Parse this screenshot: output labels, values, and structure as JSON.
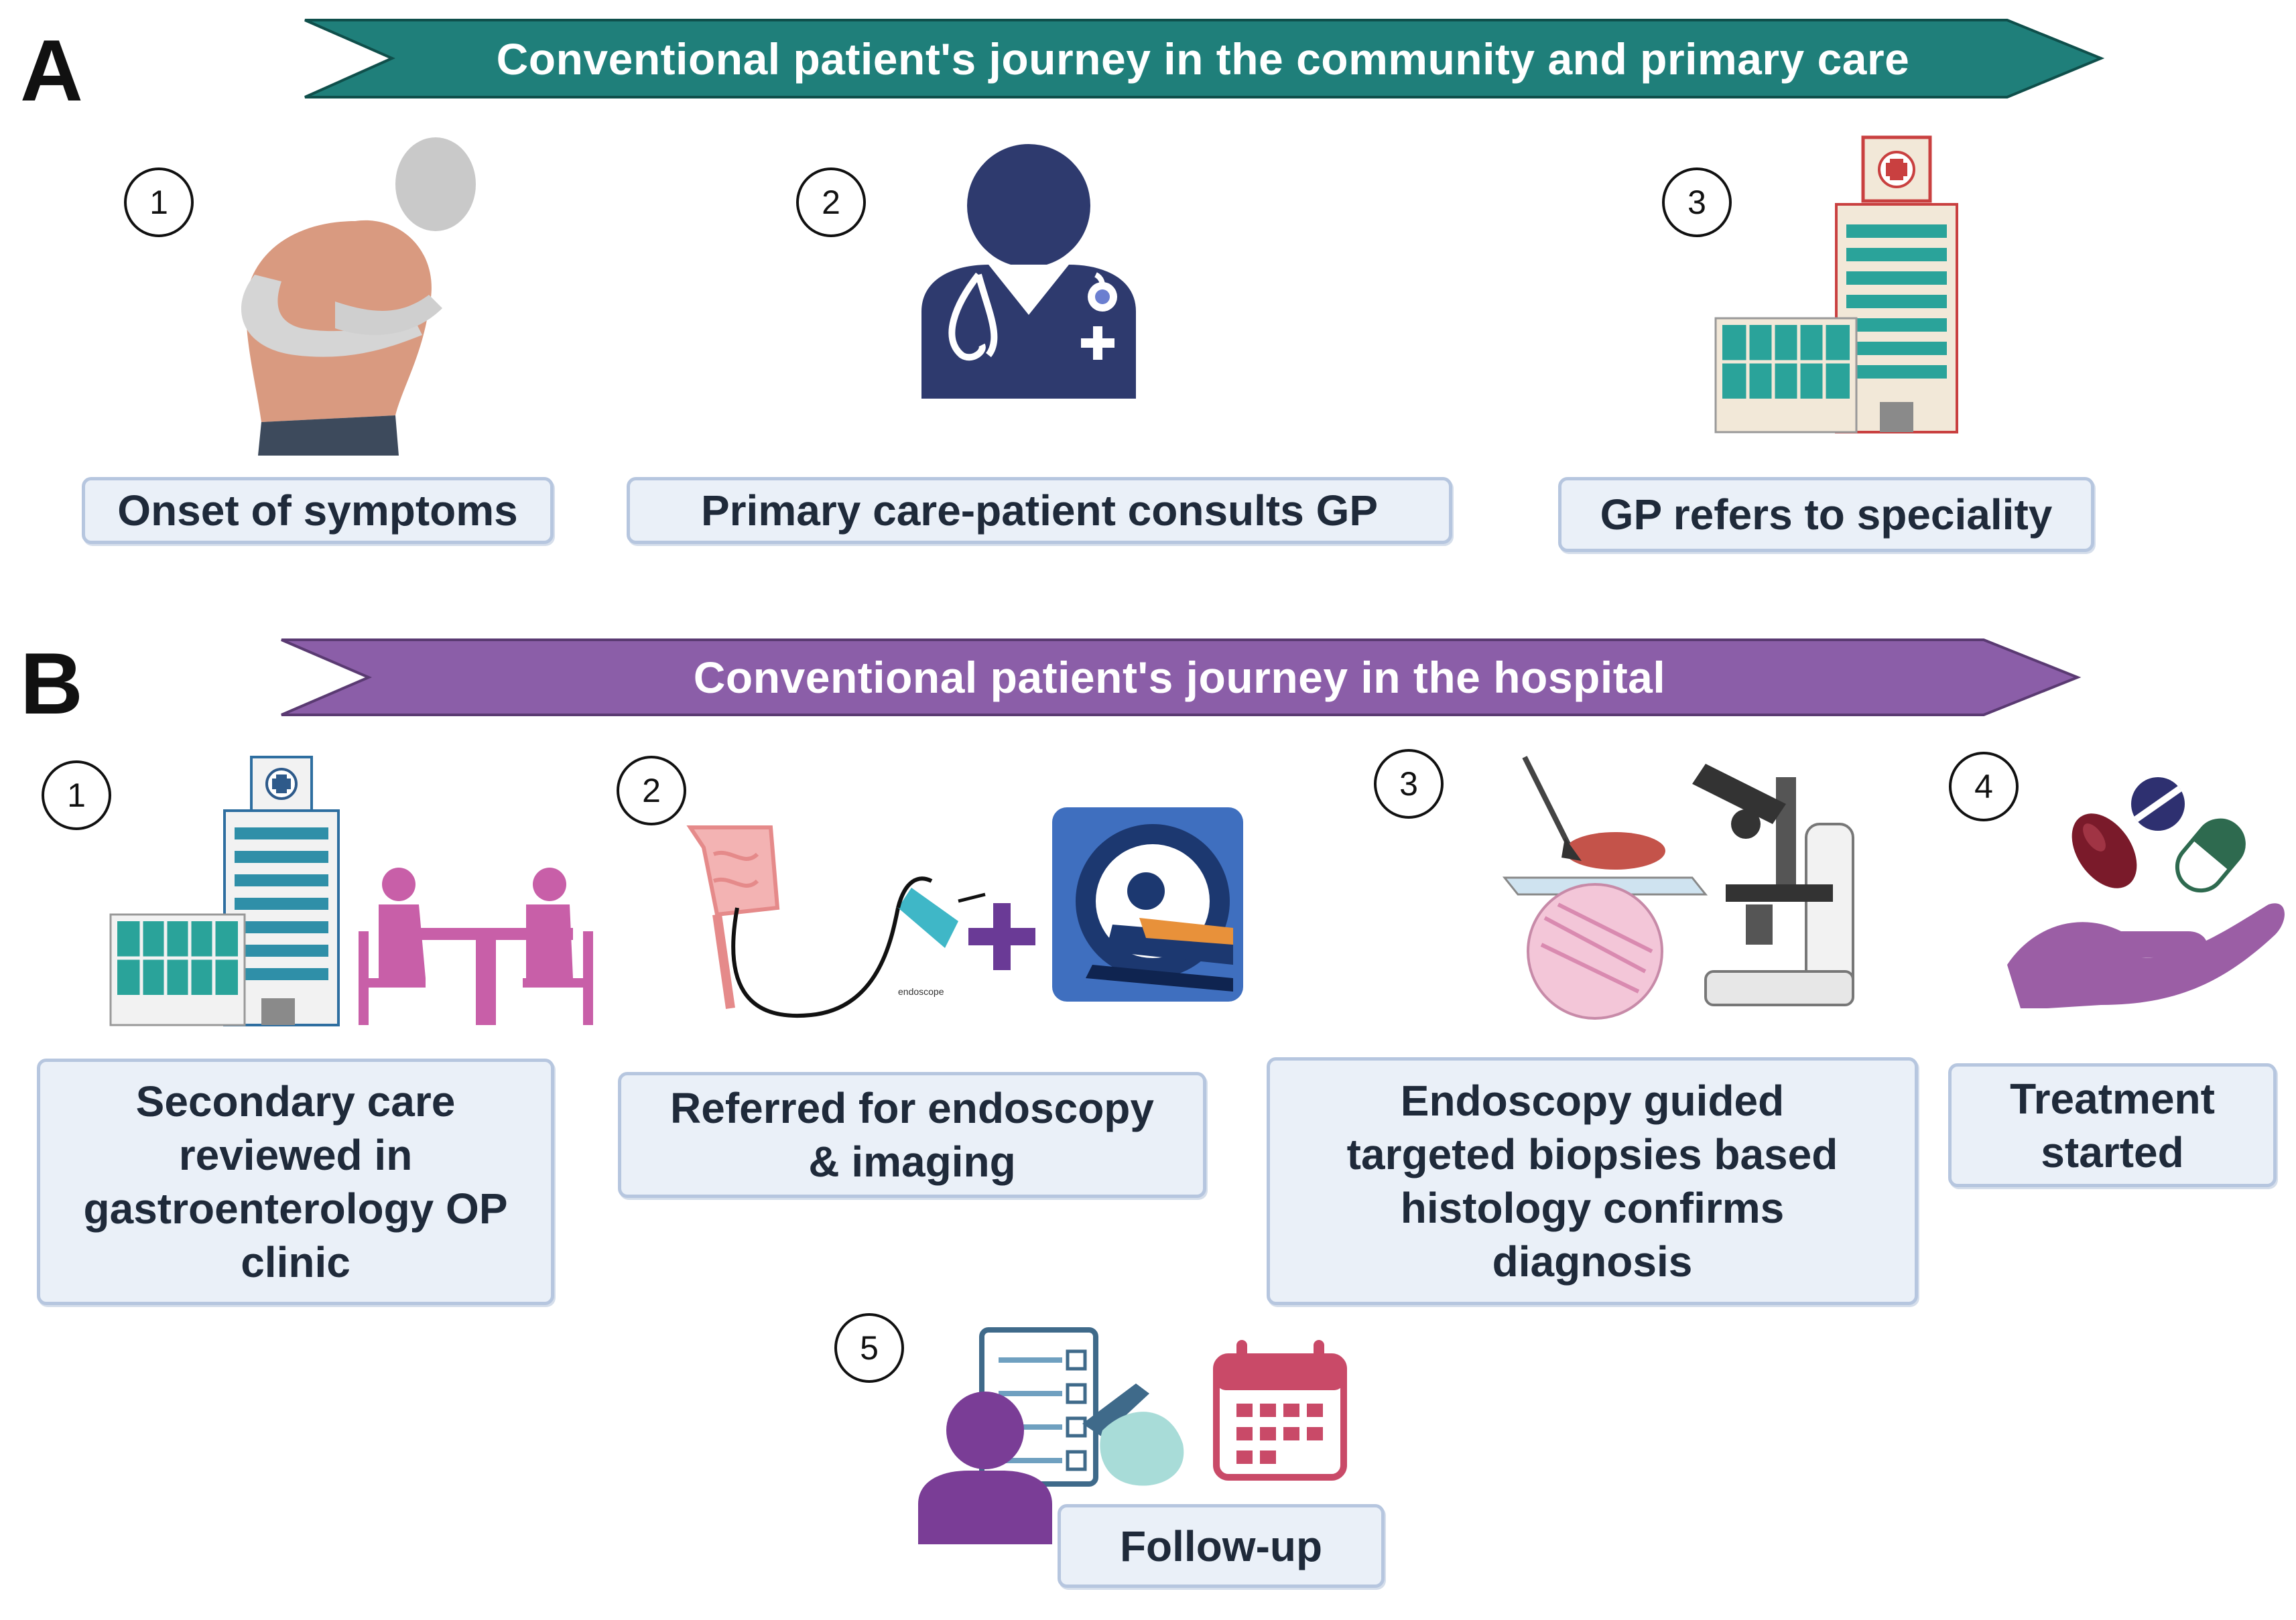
{
  "section_a": {
    "letter": "A",
    "banner": "Conventional patient's journey in the community and primary care",
    "color": "#1f7f7a",
    "steps": [
      {
        "num": "1",
        "label": "Onset of symptoms",
        "icon": "patient-abdominal-pain-icon"
      },
      {
        "num": "2",
        "label": "Primary care-patient consults GP",
        "icon": "doctor-icon"
      },
      {
        "num": "3",
        "label": "GP refers to speciality",
        "icon": "hospital-icon"
      }
    ]
  },
  "section_b": {
    "letter": "B",
    "banner": "Conventional patient's journey in the hospital",
    "color": "#8b5ea8",
    "steps": [
      {
        "num": "1",
        "label_lines": [
          "Secondary care",
          "reviewed in",
          "gastroenterology OP",
          "clinic"
        ],
        "icon": "hospital-consultation-icon"
      },
      {
        "num": "2",
        "label_lines": [
          "Referred for endoscopy",
          "& imaging"
        ],
        "icon": "endoscopy-mri-icon",
        "endoscope_caption": "endoscope"
      },
      {
        "num": "3",
        "label_lines": [
          "Endoscopy guided",
          "targeted biopsies based",
          "histology confirms",
          "diagnosis"
        ],
        "icon": "microscope-biopsy-icon"
      },
      {
        "num": "4",
        "label_lines": [
          "Treatment",
          "started"
        ],
        "icon": "pills-hand-icon"
      },
      {
        "num": "5",
        "label": "Follow-up",
        "icon": "follow-up-calendar-icon"
      }
    ]
  }
}
